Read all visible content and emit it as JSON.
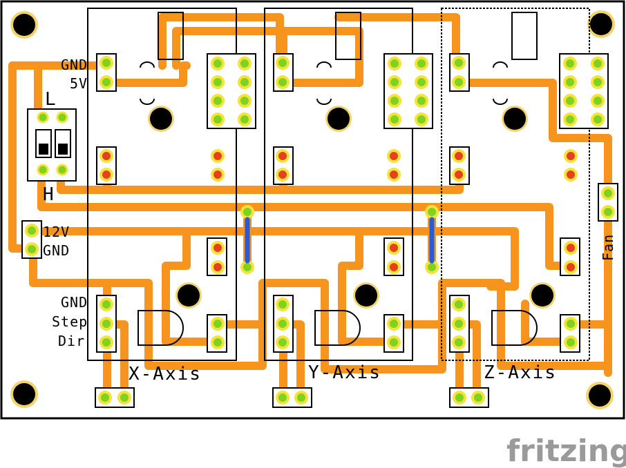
{
  "board": {
    "labels": {
      "gnd_top": "GND",
      "v5": "5V",
      "jumper_l": "L",
      "jumper_h": "H",
      "v12": "12V",
      "gnd_power": "GND",
      "gnd_x": "GND",
      "step_x": "Step",
      "dir_x": "Dir",
      "x_axis": "X-Axis",
      "y_axis": "Y-Axis",
      "z_axis": "Z-Axis",
      "fan": "Fan"
    }
  },
  "branding": {
    "logo_text": "fritzing"
  },
  "colors": {
    "trace": "#f7941d",
    "background": "#ffffff",
    "board_outline": "#000000",
    "pad_green": "#7ed321",
    "pad_red": "#e8401c",
    "pad_ring": "#f5e23a",
    "jumper_wire": "#2a5bd7",
    "logo": "#9a9a9a"
  }
}
